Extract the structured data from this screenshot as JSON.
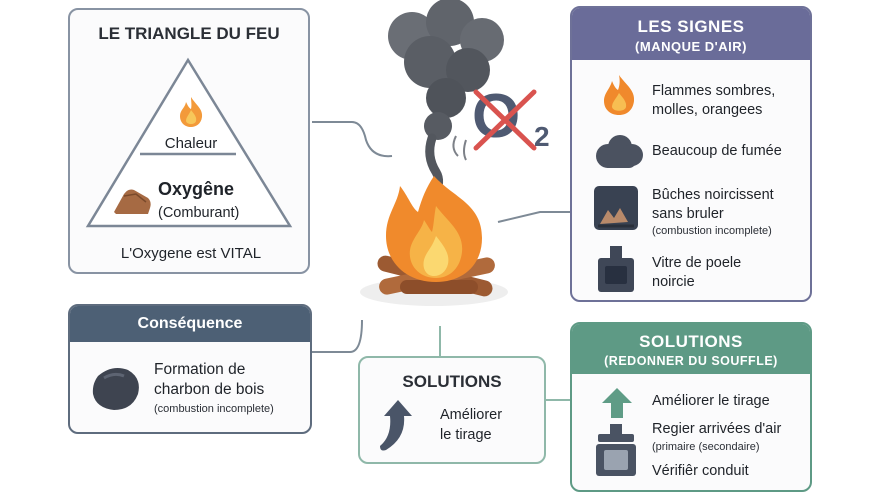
{
  "triangle": {
    "title": "LE TRIANGLE DU FEU",
    "heat": "Chaleur",
    "oxygen": "Oxygêne",
    "oxidizer": "(Comburant)",
    "vital": "L'Oxygene est VITAL"
  },
  "center": {
    "o2_symbol": "O",
    "o2_subscript": "2"
  },
  "signs": {
    "title": "LES SIGNES",
    "subtitle": "(MANQUE D'AIR)",
    "items": [
      {
        "line1": "Flammes sombres,",
        "line2": "molles, orangees"
      },
      {
        "line1": "Beaucoup de fumée",
        "line2": ""
      },
      {
        "line1": "Bûches noircissent",
        "line2": "sans bruler",
        "note": "(combustion incomplete)"
      },
      {
        "line1": "Vitre de poele",
        "line2": "noircie"
      }
    ]
  },
  "consequence": {
    "title": "Conséquence",
    "line1": "Formation de",
    "line2": "charbon de bois",
    "note": "(combustion incomplete)"
  },
  "solutions_mid": {
    "title": "SOLUTIONS",
    "line1": "Améliorer",
    "line2": "le tirage"
  },
  "solutions_right": {
    "title": "SOLUTIONS",
    "subtitle": "(REDONNER DU SOUFFLE)",
    "item1": "Améliorer le tirage",
    "item2": "Regier arrivées d'air",
    "item2_note": "(primaire (secondaire)",
    "item3": "Vérifiêr conduit"
  },
  "colors": {
    "signs_header": "#6a6c99",
    "consequence_header": "#4d6075",
    "solutions_header": "#5e9a85",
    "flame_orange": "#f39a3a",
    "smoke": "#585c63",
    "no_o2_red": "#d9534f"
  }
}
